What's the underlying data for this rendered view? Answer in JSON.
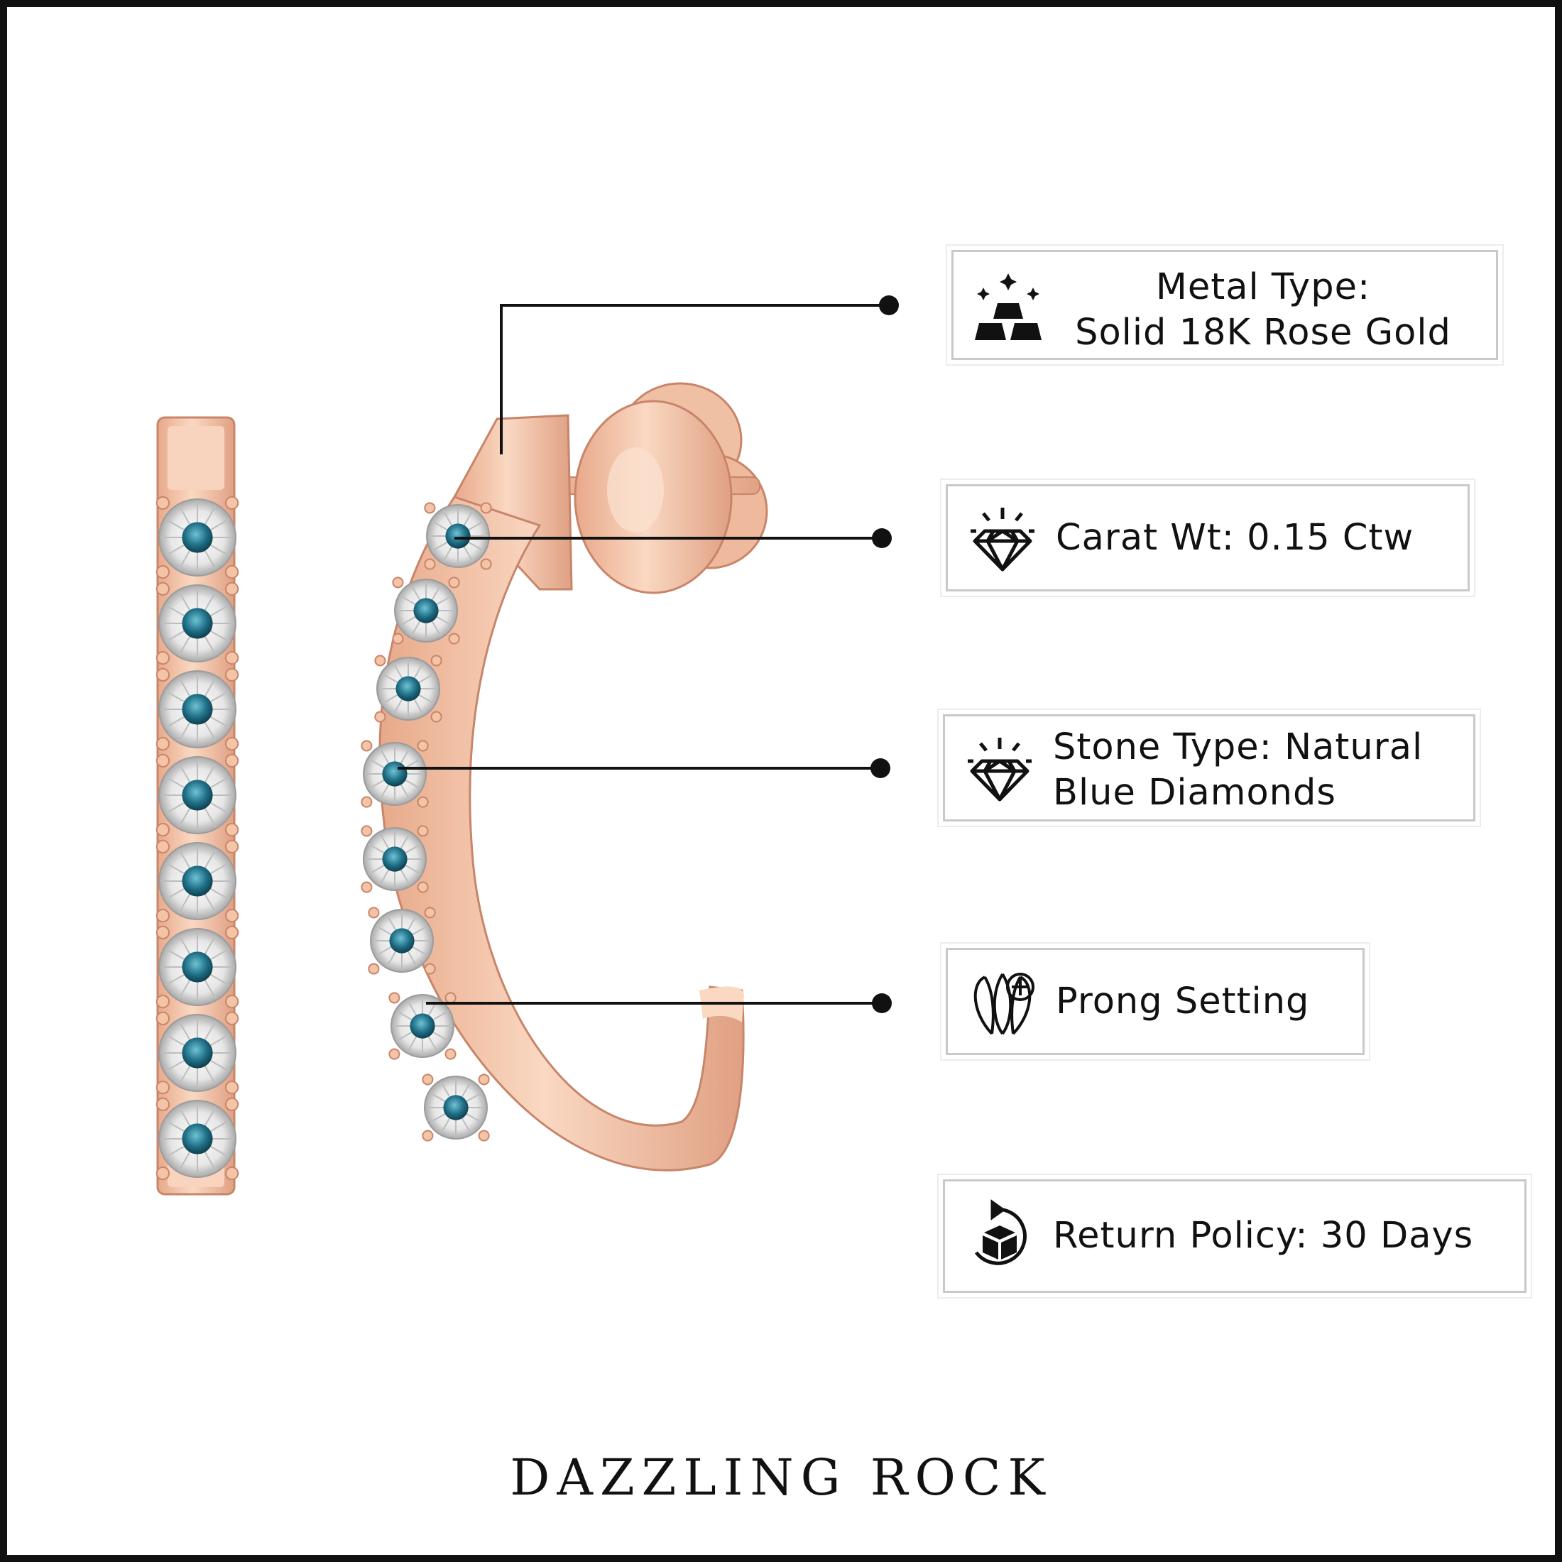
{
  "features": [
    {
      "icon": "gold-bars-icon",
      "lines": [
        "Metal Type:",
        "Solid 18K Rose Gold"
      ]
    },
    {
      "icon": "diamond-icon",
      "text": "Carat Wt: 0.15 Ctw"
    },
    {
      "icon": "diamond-icon",
      "lines": [
        "Stone Type: Natural",
        "Blue Diamonds"
      ]
    },
    {
      "icon": "prong-setting-icon",
      "text": "Prong Setting"
    },
    {
      "icon": "return-box-icon",
      "text": "Return Policy: 30 Days"
    }
  ],
  "brand": "DAZZLING ROCK",
  "colors": {
    "rose_gold": "#f3c4a6",
    "rose_gold_shadow": "#d9977a",
    "stone": "#1f6f86",
    "frame": "#111111"
  }
}
